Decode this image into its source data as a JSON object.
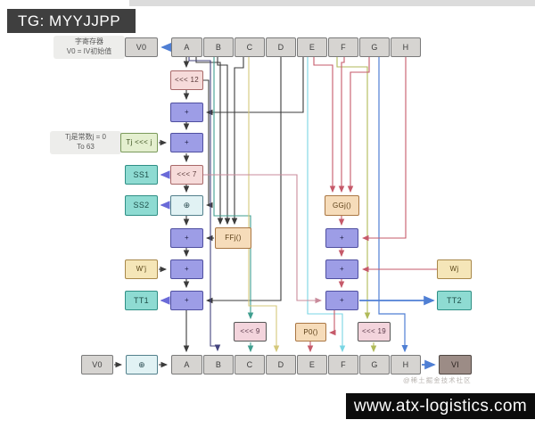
{
  "badge": "TG: MYYJJPP",
  "notes": {
    "register_note_l1": "字寄存器",
    "register_note_l2": "V0 = IV初始值",
    "tj_note_l1": "Tj是常数j = 0",
    "tj_note_l2": "To 63"
  },
  "top_row": {
    "v0": "V0",
    "registers": [
      "A",
      "B",
      "C",
      "D",
      "E",
      "F",
      "G",
      "H"
    ]
  },
  "bottom_row": {
    "v0": "V0",
    "xor": "⊕",
    "registers": [
      "A",
      "B",
      "C",
      "D",
      "E",
      "F",
      "G",
      "H"
    ],
    "vi": "VI"
  },
  "ops": {
    "rotl12": "<<< 12",
    "plus": "+",
    "tj_shift": "Tj <<< j",
    "rotl7": "<<< 7",
    "ss1": "SS1",
    "xor": "⊕",
    "ss2": "SS2",
    "ffj": "FFj()",
    "w_prime_j": "W'j",
    "tt1": "TT1",
    "ggj": "GGj()",
    "wj": "Wj",
    "tt2": "TT2",
    "rotl9": "<<< 9",
    "p0": "P0()",
    "rotl19": "<<< 19"
  },
  "watermark": "@稀土掘金技术社区",
  "footer": "www.atx-logistics.com",
  "colors": {
    "line_black": "#3b3b3b",
    "line_navy": "#44447e",
    "line_teal": "#3f9e8f",
    "line_yellow": "#d4c87a",
    "line_cyan": "#79d6e4",
    "line_olive": "#b0ba58",
    "line_blue": "#4f7fd4",
    "line_purple": "#6a6ad8",
    "line_red": "#c65a6a",
    "line_rose": "#c98b9b",
    "register_fill": "#d6d4d1",
    "adder_fill": "#9d9de6",
    "badge_bg": "#3f3f3f",
    "footer_bg": "#0c0c0c"
  }
}
